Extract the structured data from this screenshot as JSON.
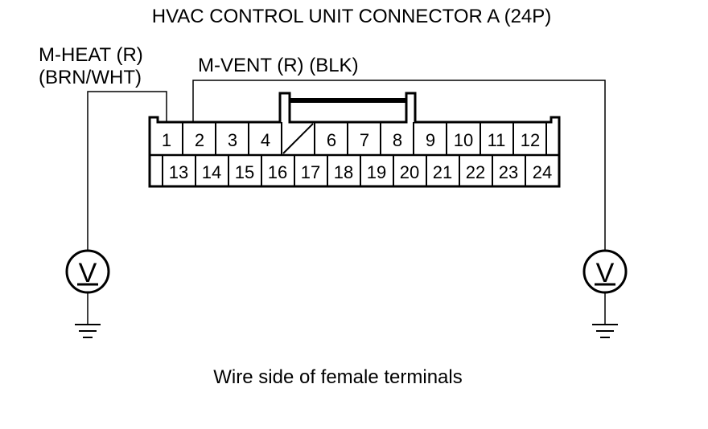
{
  "title": "HVAC CONTROL UNIT CONNECTOR A (24P)",
  "labels": {
    "m_heat_name": "M-HEAT (R)",
    "m_heat_color": "(BRN/WHT)",
    "m_vent": "M-VENT (R) (BLK)"
  },
  "connector": {
    "top_row": [
      "1",
      "2",
      "3",
      "4",
      "",
      "6",
      "7",
      "8",
      "9",
      "10",
      "11",
      "12"
    ],
    "bottom_row": [
      "13",
      "14",
      "15",
      "16",
      "17",
      "18",
      "19",
      "20",
      "21",
      "22",
      "23",
      "24"
    ]
  },
  "meters": {
    "left_symbol": "V",
    "right_symbol": "V"
  },
  "caption": "Wire side of female terminals"
}
